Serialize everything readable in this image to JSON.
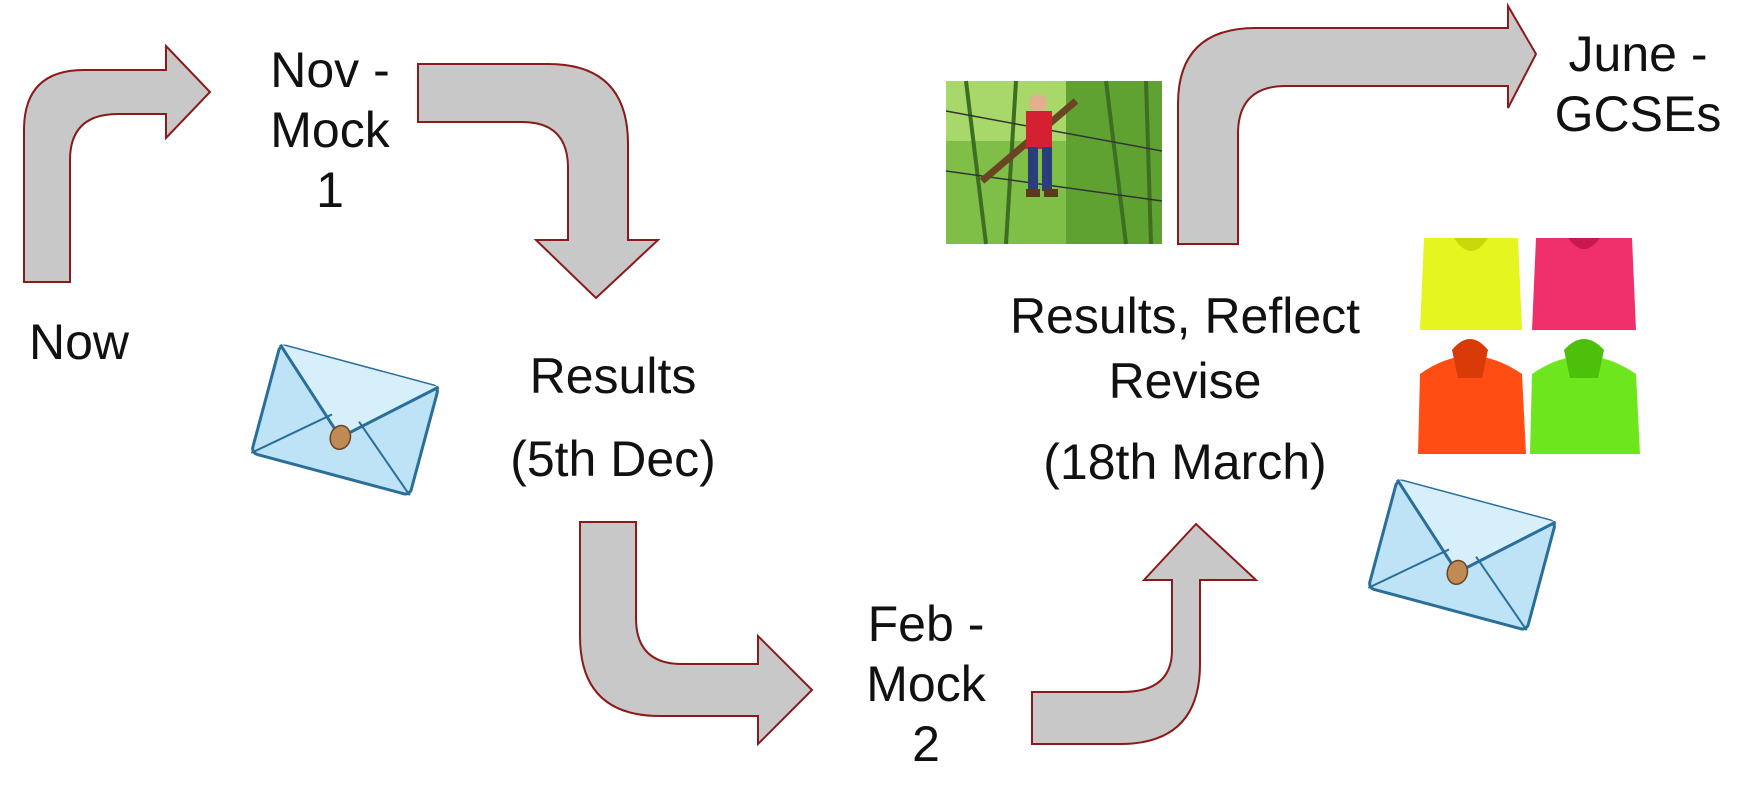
{
  "stages": {
    "now": {
      "lines": [
        "Now"
      ]
    },
    "mock1": {
      "lines": [
        "Nov -",
        "Mock",
        "1"
      ]
    },
    "results1": {
      "lines": [
        "Results",
        "(5th Dec)"
      ]
    },
    "mock2": {
      "lines": [
        "Feb -",
        "Mock",
        "2"
      ]
    },
    "results2": {
      "lines": [
        "Results, Reflect",
        "Revise",
        "(18th March)"
      ]
    },
    "gcse": {
      "lines": [
        "June -",
        "GCSEs"
      ]
    }
  },
  "icons": {
    "envelope": "envelope-icon",
    "photo": "treetop-adventure-photo",
    "hoodies": "hoodies-photo"
  },
  "colors": {
    "arrow_fill": "#c8c8c8",
    "arrow_stroke": "#8b1a1a",
    "envelope_fill": "#bfe3f6",
    "envelope_stroke": "#2a6f9a",
    "seal": "#c08a55",
    "hoodie_yellow": "#e4f51f",
    "hoodie_pink": "#f0306a",
    "hoodie_orange": "#ff4d14",
    "hoodie_green": "#6ee61e"
  }
}
